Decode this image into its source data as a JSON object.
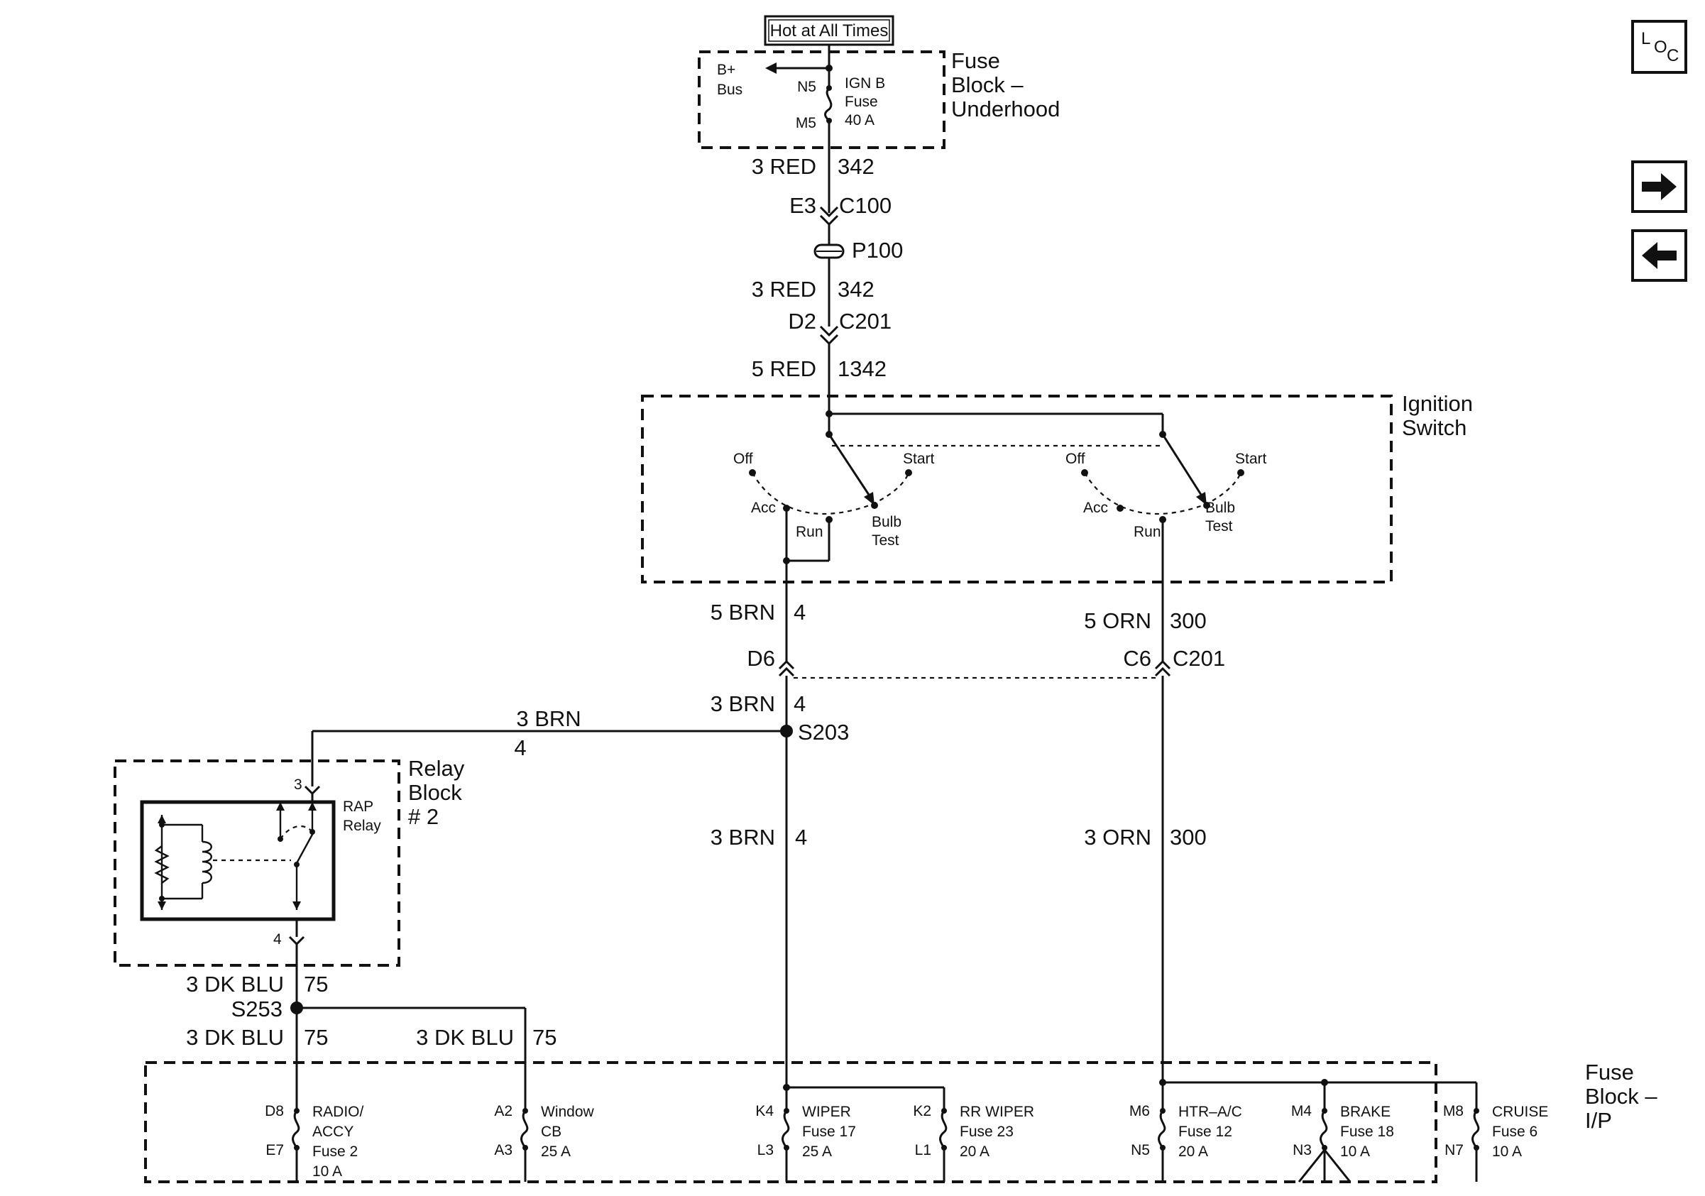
{
  "top_label": "Hot at All Times",
  "fuse_underhood": {
    "title_lines": [
      "Fuse",
      "Block –",
      "Underhood"
    ],
    "bplus": [
      "B+",
      "Bus"
    ],
    "pin_in": "N5",
    "pin_out": "M5",
    "fuse_lines": [
      "IGN B",
      "Fuse",
      "40  A"
    ]
  },
  "wire_342a": {
    "gauge_color": "3 RED",
    "circuit": "342"
  },
  "conn_c100": {
    "pin": "E3",
    "name": "C100"
  },
  "conn_p100": {
    "name": "P100"
  },
  "wire_342b": {
    "gauge_color": "3 RED",
    "circuit": "342"
  },
  "conn_c201_top": {
    "pin": "D2",
    "name": "C201"
  },
  "wire_1342": {
    "gauge_color": "5 RED",
    "circuit": "1342"
  },
  "ignition": {
    "title_lines": [
      "Ignition",
      "Switch"
    ],
    "left": {
      "off": "Off",
      "start": "Start",
      "acc": "Acc",
      "run": "Run",
      "bulb": [
        "Bulb",
        "Test"
      ]
    },
    "right": {
      "off": "Off",
      "start": "Start",
      "acc": "Acc",
      "run": "Run",
      "bulb": [
        "Bulb",
        "Test"
      ]
    }
  },
  "wire_brn5": {
    "gauge_color": "5 BRN",
    "circuit": "4"
  },
  "wire_orn5": {
    "gauge_color": "5 ORN",
    "circuit": "300"
  },
  "conn_c201_bottom": {
    "pin_left": "D6",
    "pin_right": "C6",
    "name": "C201"
  },
  "wire_brn3_upper": {
    "gauge_color": "3 BRN",
    "circuit": "4"
  },
  "splice_s203": "S203",
  "wire_brn3_horiz": {
    "gauge_color": "3 BRN",
    "circuit": "4"
  },
  "relay_block": {
    "title_lines": [
      "Relay",
      "Block",
      "# 2"
    ],
    "pin_in": "3",
    "pin_out": "4",
    "relay_lines": [
      "RAP",
      "Relay"
    ]
  },
  "wire_brn3_lower": {
    "gauge_color": "3 BRN",
    "circuit": "4"
  },
  "wire_orn3": {
    "gauge_color": "3 ORN",
    "circuit": "300"
  },
  "wire_dkblu_upper": {
    "gauge_color": "3 DK BLU",
    "circuit": "75"
  },
  "splice_s253": "S253",
  "wire_dkblu_left": {
    "gauge_color": "3 DK BLU",
    "circuit": "75"
  },
  "wire_dkblu_right": {
    "gauge_color": "3 DK BLU",
    "circuit": "75"
  },
  "fuse_ip": {
    "title_lines": [
      "Fuse",
      "Block –",
      "I/P"
    ],
    "fuses": [
      {
        "pin_in": "D8",
        "pin_out": "E7",
        "lines": [
          "RADIO/",
          "ACCY",
          "Fuse 2",
          "10 A"
        ]
      },
      {
        "pin_in": "A2",
        "pin_out": "A3",
        "lines": [
          "Window",
          "CB",
          "25 A"
        ]
      },
      {
        "pin_in": "K4",
        "pin_out": "L3",
        "lines": [
          "WIPER",
          "Fuse 17",
          "25 A"
        ]
      },
      {
        "pin_in": "K2",
        "pin_out": "L1",
        "lines": [
          "RR WIPER",
          "Fuse 23",
          "20 A"
        ]
      },
      {
        "pin_in": "M6",
        "pin_out": "N5",
        "lines": [
          "HTR–A/C",
          "Fuse 12",
          "20 A"
        ]
      },
      {
        "pin_in": "M4",
        "pin_out": "N3",
        "lines": [
          "BRAKE",
          "Fuse 18",
          "10 A"
        ]
      },
      {
        "pin_in": "M8",
        "pin_out": "N7",
        "lines": [
          "CRUISE",
          "Fuse 6",
          "10 A"
        ]
      }
    ]
  },
  "loc_button": {
    "glyphs": [
      "L",
      "O",
      "C"
    ]
  },
  "icons": {
    "next": "arrow-right-icon",
    "prev": "arrow-left-icon"
  }
}
